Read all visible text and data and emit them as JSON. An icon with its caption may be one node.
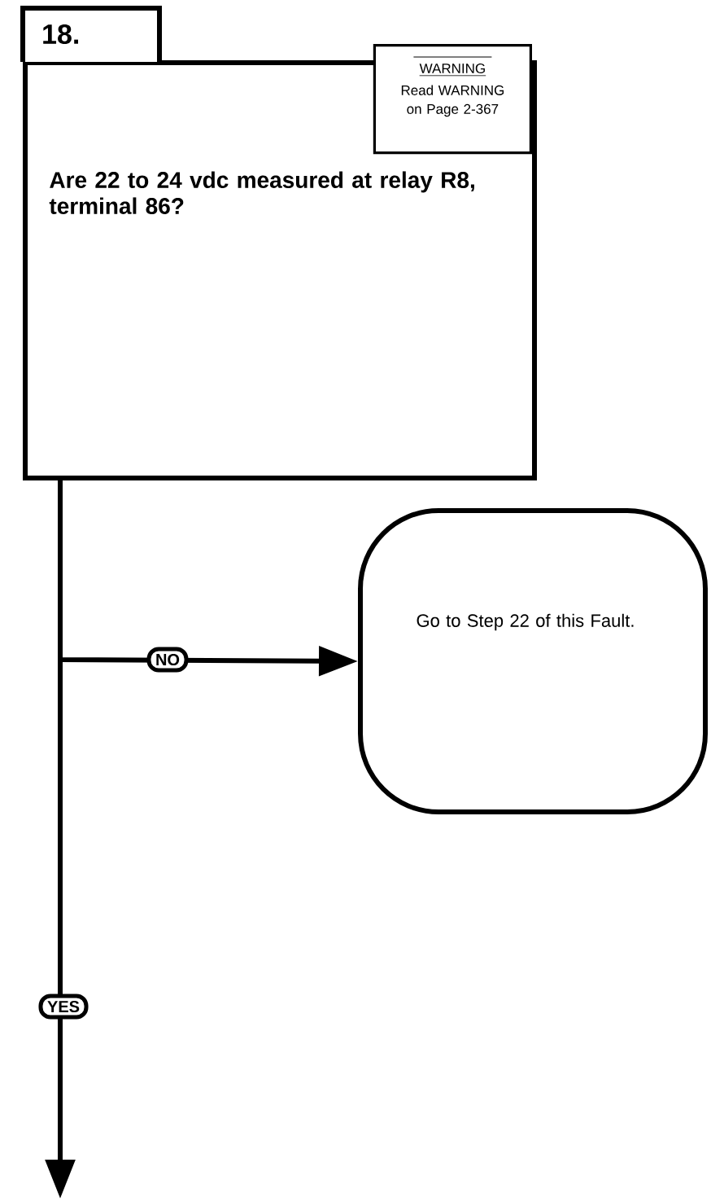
{
  "diagram": {
    "nodes": [
      {
        "text": [
          "18.",
          "Are 22 to 24 vdc measured at relay R8, terminal 86?"
        ]
      },
      {
        "text": [
          "WARNING",
          "Read WARNING on Page 2-367"
        ],
        "in": 0
      },
      {
        "text": [
          "Go to Step 22 of this Fault."
        ]
      }
    ],
    "edges": [
      {
        "from": 0,
        "to": 2,
        "arrow": "to",
        "label": "NO"
      },
      {
        "from": 0,
        "to": null,
        "arrow": "to",
        "label": "YES"
      }
    ]
  }
}
